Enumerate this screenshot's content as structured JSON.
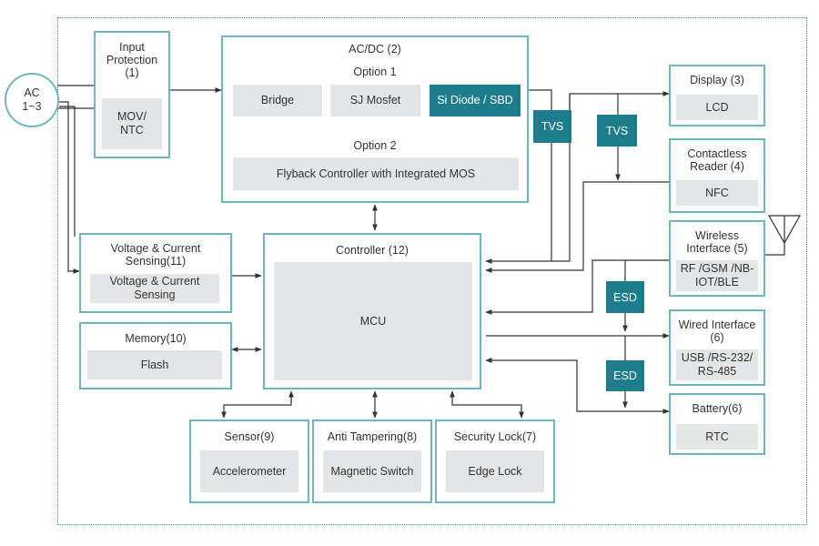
{
  "ac_source": {
    "line1": "AC",
    "line2": "1~3"
  },
  "input_protection": {
    "title": "Input\nProtection\n(1)",
    "component": "MOV/\nNTC"
  },
  "acdc": {
    "title": "AC/DC (2)",
    "option1_label": "Option 1",
    "option1_items": [
      "Bridge",
      "SJ Mosfet",
      "Si Diode / SBD"
    ],
    "option2_label": "Option 2",
    "option2_item": "Flyback Controller with Integrated MOS"
  },
  "protection_chips": {
    "tvs1": "TVS",
    "tvs2": "TVS",
    "esd1": "ESD",
    "esd2": "ESD"
  },
  "display": {
    "title": "Display (3)",
    "component": "LCD"
  },
  "contactless": {
    "title": "Contactless\nReader (4)",
    "component": "NFC"
  },
  "wireless": {
    "title": "Wireless\nInterface (5)",
    "component": "RF /GSM /NB-\nIOT/BLE"
  },
  "wired": {
    "title": "Wired Interface\n(6)",
    "component": "USB /RS-232/\nRS-485"
  },
  "battery": {
    "title": "Battery(6)",
    "component": "RTC"
  },
  "voltage_current": {
    "title": "Voltage & Current\nSensing(11)",
    "component": "Voltage & Current\nSensing"
  },
  "memory": {
    "title": "Memory(10)",
    "component": "Flash"
  },
  "controller": {
    "title": "Controller (12)",
    "component": "MCU"
  },
  "sensor": {
    "title": "Sensor(9)",
    "component": "Accelerometer"
  },
  "anti_tampering": {
    "title": "Anti Tampering(8)",
    "component": "Magnetic Switch"
  },
  "security_lock": {
    "title": "Security Lock(7)",
    "component": "Edge Lock"
  },
  "colors": {
    "box_border": "#6fb5c0",
    "teal": "#1d7d8c",
    "component_fill": "#e4e5e6",
    "wire": "#333333"
  }
}
